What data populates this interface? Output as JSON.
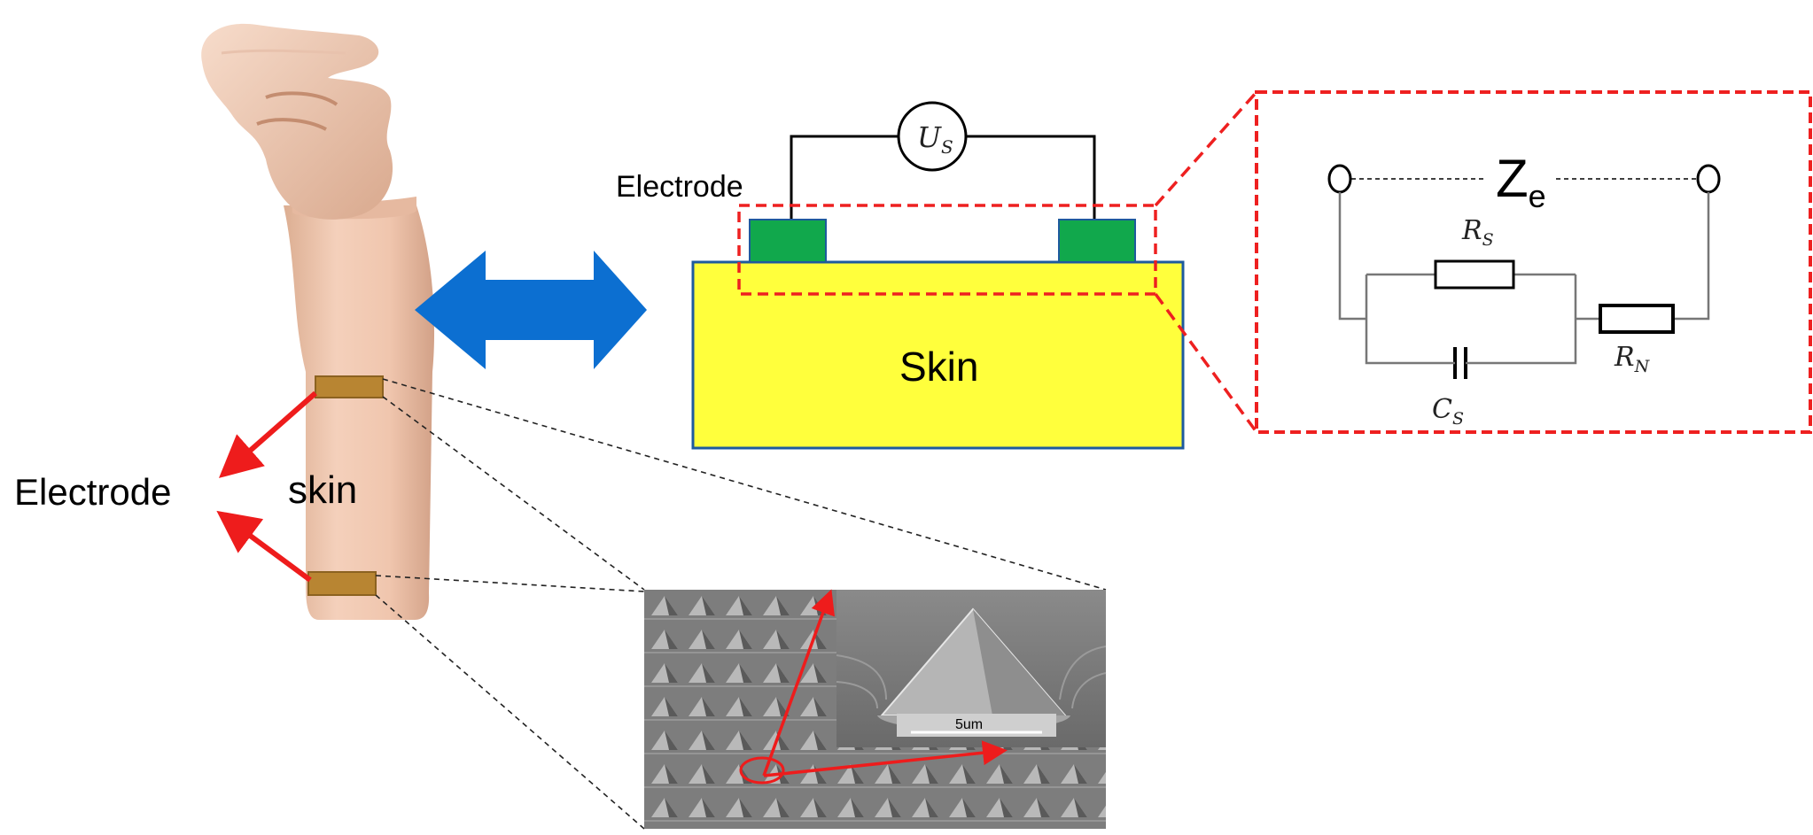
{
  "labels": {
    "electrode_left": "Electrode",
    "skin_arm": "skin",
    "electrode_schematic": "Electrode",
    "skin_block": "Skin",
    "source_main": "U",
    "source_sub": "S",
    "impedance_main": "Z",
    "impedance_sub": "e",
    "rs_main": "R",
    "rs_sub": "S",
    "rn_main": "R",
    "rn_sub": "N",
    "cs_main": "C",
    "cs_sub": "S",
    "scale_bar": "5um"
  },
  "colors": {
    "arrow_double": "#0c6fd1",
    "skin_block": "#ffff3c",
    "skin_block_border": "#1e5a9e",
    "electrode_pad": "#11a84c",
    "arm_electrode": "#b88532",
    "red_accent": "#ee1c1c",
    "zoom_box": "#ee2020"
  }
}
